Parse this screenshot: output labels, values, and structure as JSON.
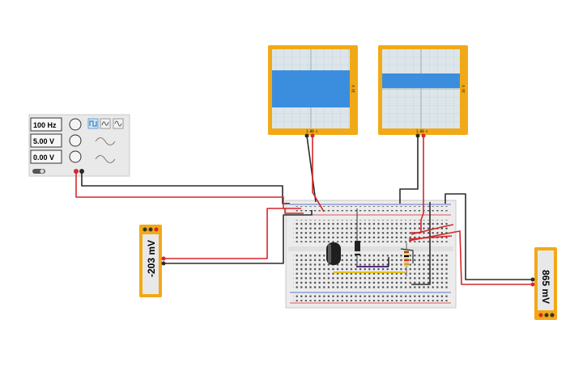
{
  "function_generator": {
    "frequency": "100 Hz",
    "amplitude": "5.00 V",
    "dc_offset": "0.00 V",
    "waveforms": [
      "square-wave-icon",
      "triangle-wave-icon",
      "sine-wave-icon"
    ],
    "selected_waveform": "square-wave-icon"
  },
  "oscilloscopes": [
    {
      "time_label": "1.00 s",
      "volt_label": "10 V",
      "signal": "band"
    },
    {
      "time_label": "1.00 s",
      "volt_label": "10 V",
      "signal": "band-thin"
    }
  ],
  "multimeters": [
    {
      "reading": "-203 mV",
      "mode": "voltage"
    },
    {
      "reading": "865 mV",
      "mode": "voltage"
    }
  ],
  "colors": {
    "wire_red": "#d6262b",
    "wire_black": "#2b2b2b",
    "instrument_frame": "#f2a917",
    "scope_trace": "#3b8ede",
    "breadboard": "#ececec"
  }
}
